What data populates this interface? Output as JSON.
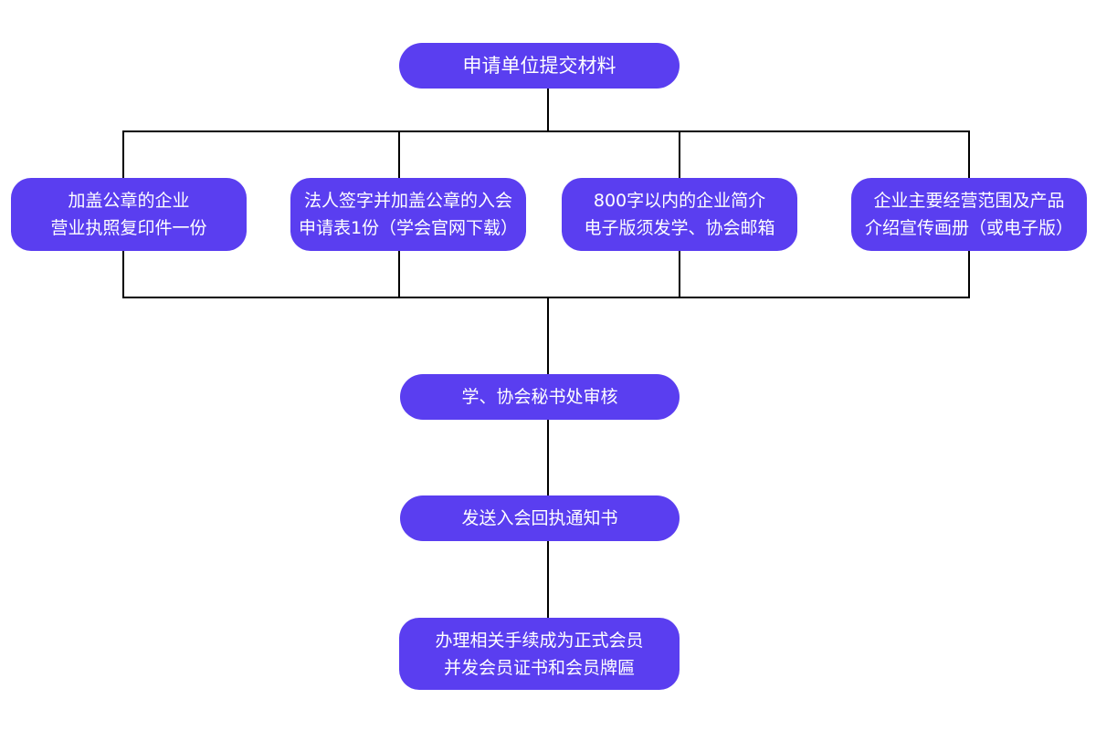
{
  "colors": {
    "node_fill": "#5a3ef0",
    "node_text": "#ffffff",
    "connector": "#000000",
    "background": "#ffffff"
  },
  "flowchart": {
    "start": {
      "label": "申请单位提交材料"
    },
    "materials": [
      {
        "line1": "加盖公章的企业",
        "line2": "营业执照复印件一份"
      },
      {
        "line1": "法人签字并加盖公章的入会",
        "line2": "申请表1份（学会官网下载）"
      },
      {
        "line1": "800字以内的企业简介",
        "line2": "电子版须发学、协会邮箱"
      },
      {
        "line1": "企业主要经营范围及产品",
        "line2": "介绍宣传画册（或电子版）"
      }
    ],
    "review": {
      "label": "学、协会秘书处审核"
    },
    "notice": {
      "label": "发送入会回执通知书"
    },
    "final": {
      "line1": "办理相关手续成为正式会员",
      "line2": "并发会员证书和会员牌匾"
    }
  }
}
